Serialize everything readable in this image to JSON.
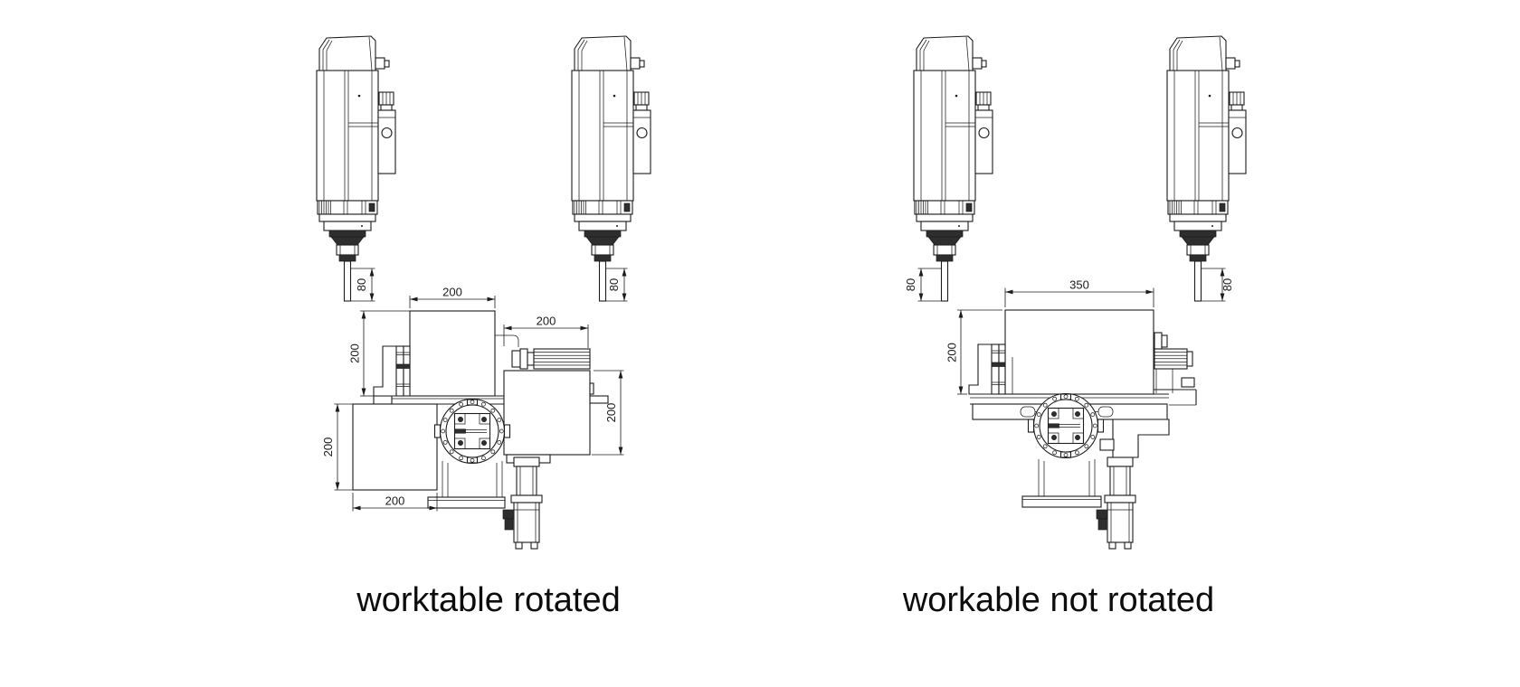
{
  "captions": {
    "left": "worktable rotated",
    "right": "workable not rotated"
  },
  "dims": {
    "left": {
      "tool_a": "80",
      "tool_b": "80",
      "top_width": "200",
      "top_height": "200",
      "unit_width": "200",
      "unit_height": "200",
      "block_height": "200",
      "block_width": "200"
    },
    "right": {
      "tool_a": "80",
      "tool_b": "80",
      "table_width": "350",
      "table_height": "200"
    }
  },
  "colors": {
    "line": "#1c1c1c",
    "background": "#ffffff",
    "dark_fill": "#2e2e2e"
  }
}
